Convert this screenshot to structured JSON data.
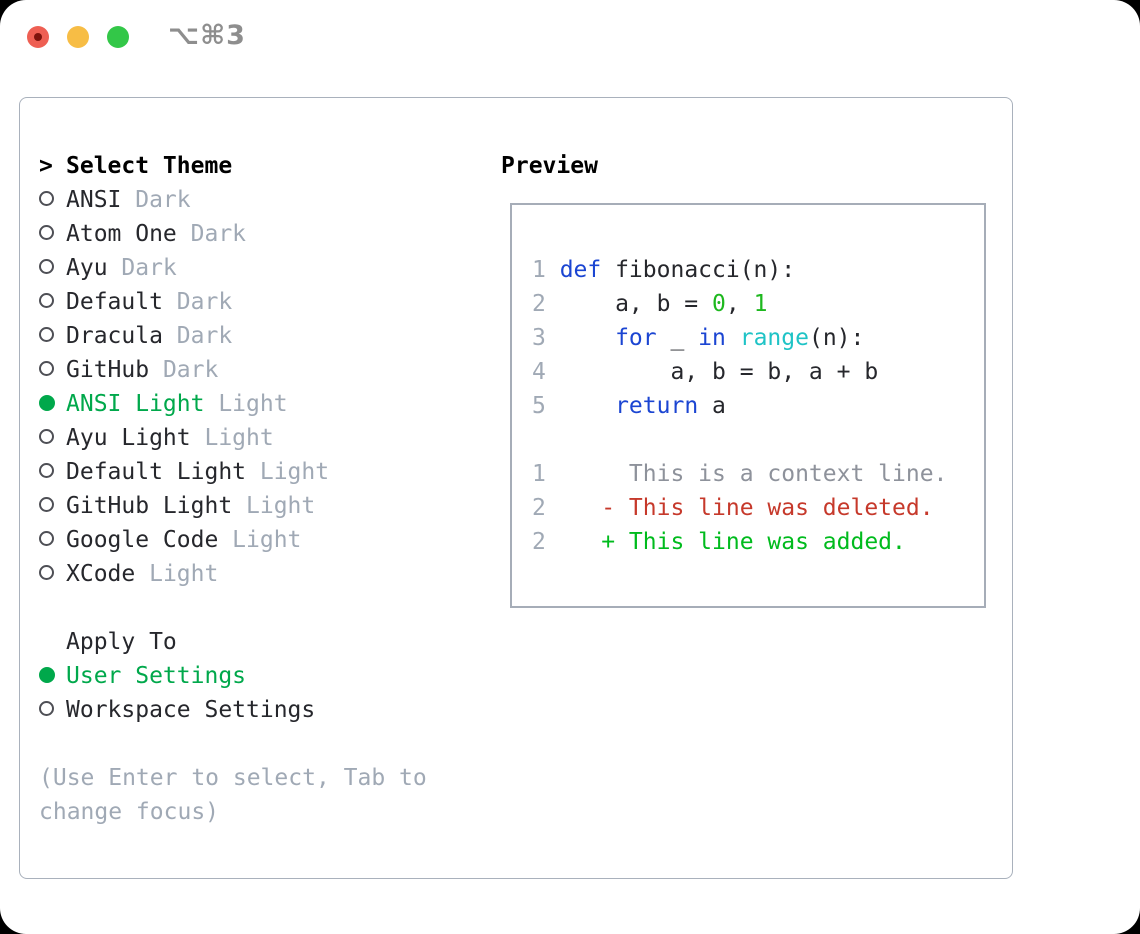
{
  "window": {
    "shortcut": "⌥⌘3",
    "traffic_lights": [
      "close",
      "minimize",
      "zoom"
    ]
  },
  "theme_panel": {
    "cursor": ">",
    "title": "Select Theme",
    "items": [
      {
        "name": "ANSI",
        "variant": "Dark",
        "selected": false
      },
      {
        "name": "Atom One",
        "variant": "Dark",
        "selected": false
      },
      {
        "name": "Ayu",
        "variant": "Dark",
        "selected": false
      },
      {
        "name": "Default",
        "variant": "Dark",
        "selected": false
      },
      {
        "name": "Dracula",
        "variant": "Dark",
        "selected": false
      },
      {
        "name": "GitHub",
        "variant": "Dark",
        "selected": false
      },
      {
        "name": "ANSI Light",
        "variant": "Light",
        "selected": true
      },
      {
        "name": "Ayu Light",
        "variant": "Light",
        "selected": false
      },
      {
        "name": "Default Light",
        "variant": "Light",
        "selected": false
      },
      {
        "name": "GitHub Light",
        "variant": "Light",
        "selected": false
      },
      {
        "name": "Google Code",
        "variant": "Light",
        "selected": false
      },
      {
        "name": "XCode",
        "variant": "Light",
        "selected": false
      }
    ],
    "apply_to": {
      "title": "Apply To",
      "options": [
        {
          "label": "User Settings",
          "selected": true
        },
        {
          "label": "Workspace Settings",
          "selected": false
        }
      ]
    },
    "hint": "(Use Enter to select, Tab to change focus)"
  },
  "preview": {
    "title": "Preview",
    "code_lines": [
      {
        "number": "1",
        "segments": [
          {
            "t": "def",
            "c": "kw"
          },
          {
            "t": " fibonacci(n):",
            "c": "fg"
          }
        ]
      },
      {
        "number": "2",
        "segments": [
          {
            "t": "    a, b = ",
            "c": "fg"
          },
          {
            "t": "0",
            "c": "num"
          },
          {
            "t": ", ",
            "c": "fg"
          },
          {
            "t": "1",
            "c": "num"
          }
        ]
      },
      {
        "number": "3",
        "segments": [
          {
            "t": "    ",
            "c": "fg"
          },
          {
            "t": "for",
            "c": "kw"
          },
          {
            "t": " _ ",
            "c": "fg"
          },
          {
            "t": "in",
            "c": "kw"
          },
          {
            "t": " ",
            "c": "fg"
          },
          {
            "t": "range",
            "c": "builtin"
          },
          {
            "t": "(n):",
            "c": "fg"
          }
        ]
      },
      {
        "number": "4",
        "segments": [
          {
            "t": "        a, b = b, a + b",
            "c": "fg"
          }
        ]
      },
      {
        "number": "5",
        "segments": [
          {
            "t": "    ",
            "c": "fg"
          },
          {
            "t": "return",
            "c": "kw"
          },
          {
            "t": " a",
            "c": "fg"
          }
        ]
      },
      {
        "number": "",
        "segments": []
      },
      {
        "number": "1",
        "segments": [
          {
            "t": "     This is a context line.",
            "c": "ctx"
          }
        ]
      },
      {
        "number": "2",
        "segments": [
          {
            "t": "   - This line was deleted.",
            "c": "del"
          }
        ]
      },
      {
        "number": "2",
        "segments": [
          {
            "t": "   + This line was added.",
            "c": "add"
          }
        ]
      }
    ]
  },
  "colors": {
    "accent-green": "#00a84b",
    "keyword-blue": "#1b45d2",
    "builtin-cyan": "#1fc3c6",
    "number-green": "#1db81e",
    "diff-red": "#c6392b",
    "diff-added-green": "#00bb1d",
    "muted-gray": "#a0a9b5",
    "context-gray": "#8e929b",
    "text-dark": "#26272c"
  }
}
